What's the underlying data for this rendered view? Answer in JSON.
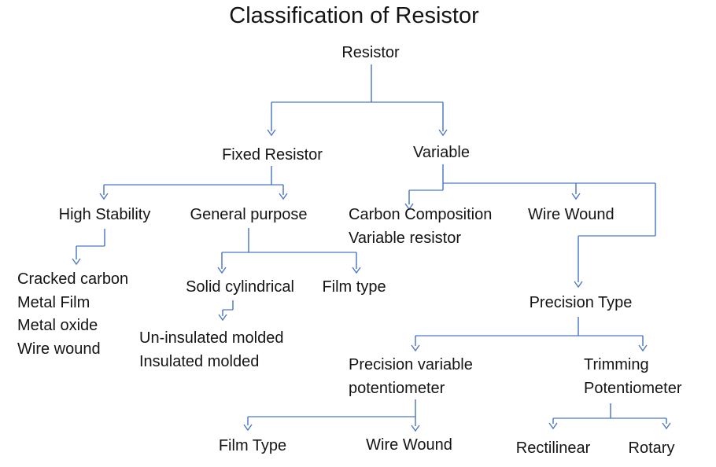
{
  "title": "Classification of Resistor",
  "colors": {
    "line": "#4472C4",
    "text": "#141414",
    "background": "#FFFFFF"
  },
  "nodes": {
    "resistor": {
      "label": "Resistor"
    },
    "fixed_resistor": {
      "label": "Fixed Resistor"
    },
    "variable": {
      "label": "Variable"
    },
    "high_stability": {
      "label": "High Stability"
    },
    "general_purpose": {
      "label": "General purpose"
    },
    "high_stability_types": {
      "lines": [
        "Cracked carbon",
        "Metal Film",
        "Metal oxide",
        "Wire wound"
      ]
    },
    "solid_cylindrical": {
      "label": "Solid cylindrical"
    },
    "film_type": {
      "label": "Film type"
    },
    "molded_types": {
      "lines": [
        "Un-insulated molded",
        "Insulated molded"
      ]
    },
    "carbon_composition": {
      "lines": [
        "Carbon Composition",
        "Variable resistor"
      ]
    },
    "wire_wound": {
      "label": "Wire Wound"
    },
    "precision_type": {
      "label": "Precision Type"
    },
    "precision_variable_potentiometer": {
      "lines": [
        "Precision variable",
        "potentiometer"
      ]
    },
    "trimming_potentiometer": {
      "lines": [
        "Trimming",
        "Potentiometer"
      ]
    },
    "film_type_bottom": {
      "label": "Film Type"
    },
    "wire_wound_bottom": {
      "label": "Wire Wound"
    },
    "rectilinear": {
      "label": "Rectilinear"
    },
    "rotary": {
      "label": "Rotary"
    }
  },
  "edges": [
    {
      "from": "resistor",
      "to": "fixed_resistor"
    },
    {
      "from": "resistor",
      "to": "variable"
    },
    {
      "from": "fixed_resistor",
      "to": "high_stability"
    },
    {
      "from": "fixed_resistor",
      "to": "general_purpose"
    },
    {
      "from": "high_stability",
      "to": "high_stability_types"
    },
    {
      "from": "general_purpose",
      "to": "solid_cylindrical"
    },
    {
      "from": "general_purpose",
      "to": "film_type"
    },
    {
      "from": "solid_cylindrical",
      "to": "molded_types"
    },
    {
      "from": "variable",
      "to": "carbon_composition"
    },
    {
      "from": "variable",
      "to": "wire_wound"
    },
    {
      "from": "wire_wound",
      "to": "precision_type"
    },
    {
      "from": "precision_type",
      "to": "precision_variable_potentiometer"
    },
    {
      "from": "precision_type",
      "to": "trimming_potentiometer"
    },
    {
      "from": "precision_variable_potentiometer",
      "to": "film_type_bottom"
    },
    {
      "from": "precision_variable_potentiometer",
      "to": "wire_wound_bottom"
    },
    {
      "from": "trimming_potentiometer",
      "to": "rectilinear"
    },
    {
      "from": "trimming_potentiometer",
      "to": "rotary"
    }
  ]
}
